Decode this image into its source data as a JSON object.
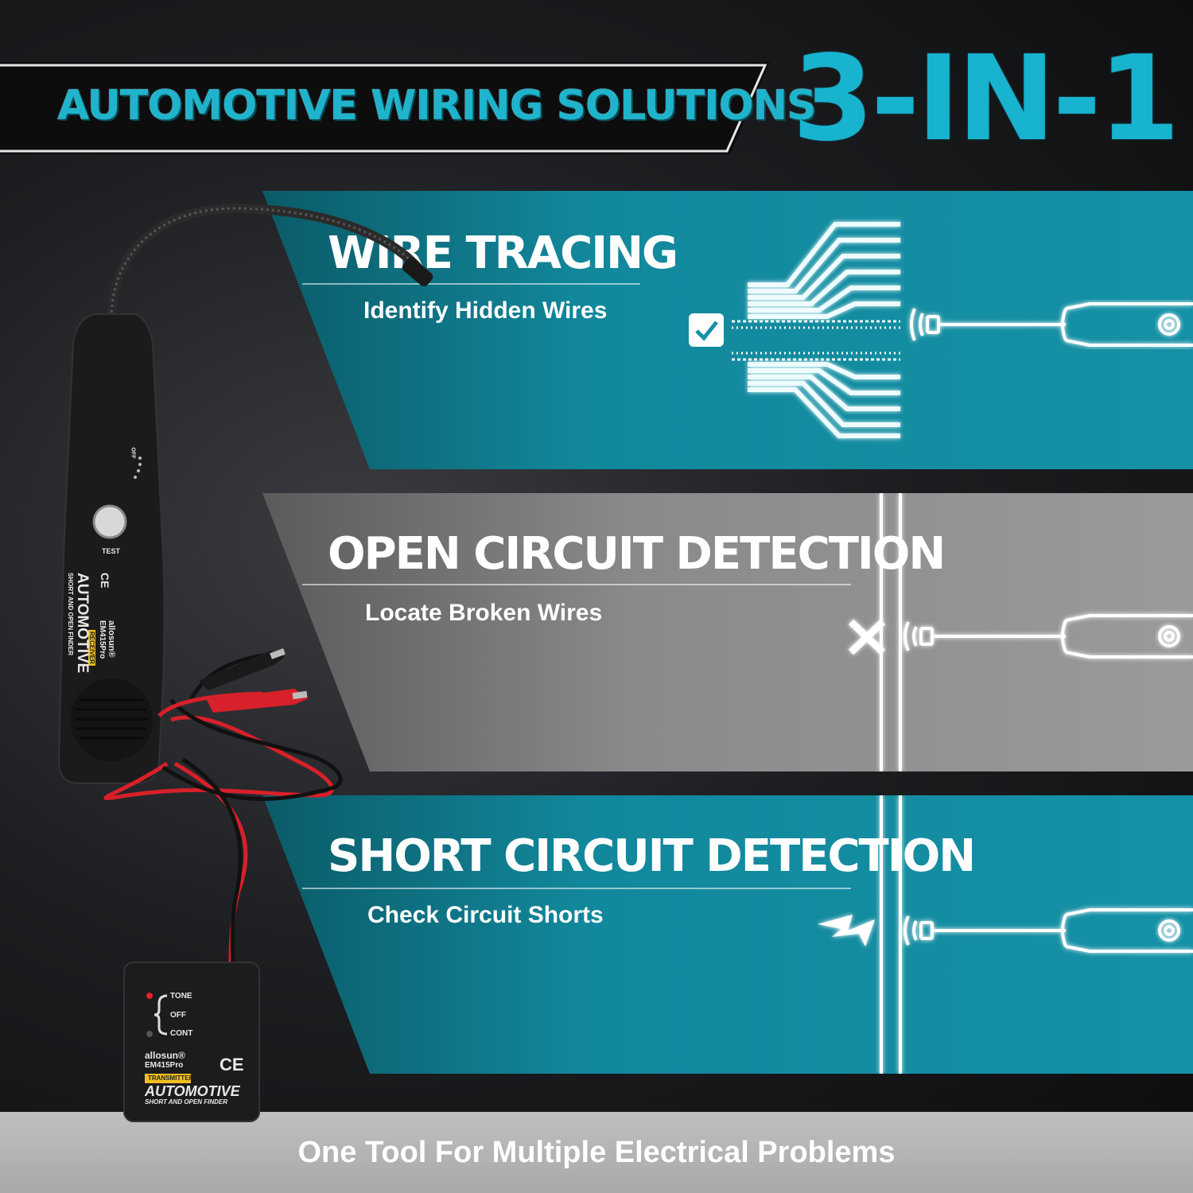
{
  "header": {
    "title": "AUTOMOTIVE WIRING SOLUTIONS",
    "badge": "3-IN-1"
  },
  "features": [
    {
      "title": "WIRE TRACING",
      "subtitle": "Identify Hidden Wires",
      "icon": "check-icon"
    },
    {
      "title": "OPEN CIRCUIT DETECTION",
      "subtitle": "Locate Broken Wires",
      "icon": "cross-icon"
    },
    {
      "title": "SHORT CIRCUIT DETECTION",
      "subtitle": "Check Circuit Shorts",
      "icon": "lightning-icon"
    }
  ],
  "receiver": {
    "brand": "allosun®",
    "model": "EM415Pro",
    "tag": "RECEIVER",
    "name": "AUTOMOTIVE",
    "desc": "SHORT AND OPEN FINDER",
    "ce": "CE",
    "test_label": "TEST",
    "off_label": "OFF"
  },
  "transmitter": {
    "modes": [
      "TONE",
      "OFF",
      "CONT"
    ],
    "brand": "allosun®",
    "model": "EM415Pro",
    "tag": "TRANSMITTER",
    "name": "AUTOMOTIVE",
    "desc": "SHORT AND OPEN FINDER",
    "ce": "CE"
  },
  "footer": {
    "tagline": "One Tool For Multiple Electrical Problems"
  },
  "colors": {
    "accent": "#18b3cf",
    "teal_panel": "#128a9e",
    "gray_panel": "#8e8e8e",
    "probe_red": "#e0202a"
  }
}
